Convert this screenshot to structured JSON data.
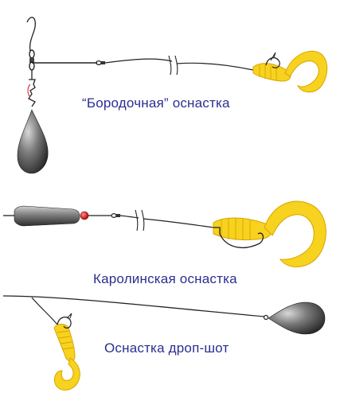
{
  "rigs": [
    {
      "caption": "“Бородочная” оснастка"
    },
    {
      "caption": "Каролинская оснастка"
    },
    {
      "caption": "Оснастка дроп-шот"
    }
  ],
  "colors": {
    "line": "#222222",
    "lure": "#f7d21e",
    "lure_shadow": "#d9a400",
    "sinker": "#5b5b5b",
    "bead": "#d21a1a",
    "caption": "#2b2f8f"
  }
}
